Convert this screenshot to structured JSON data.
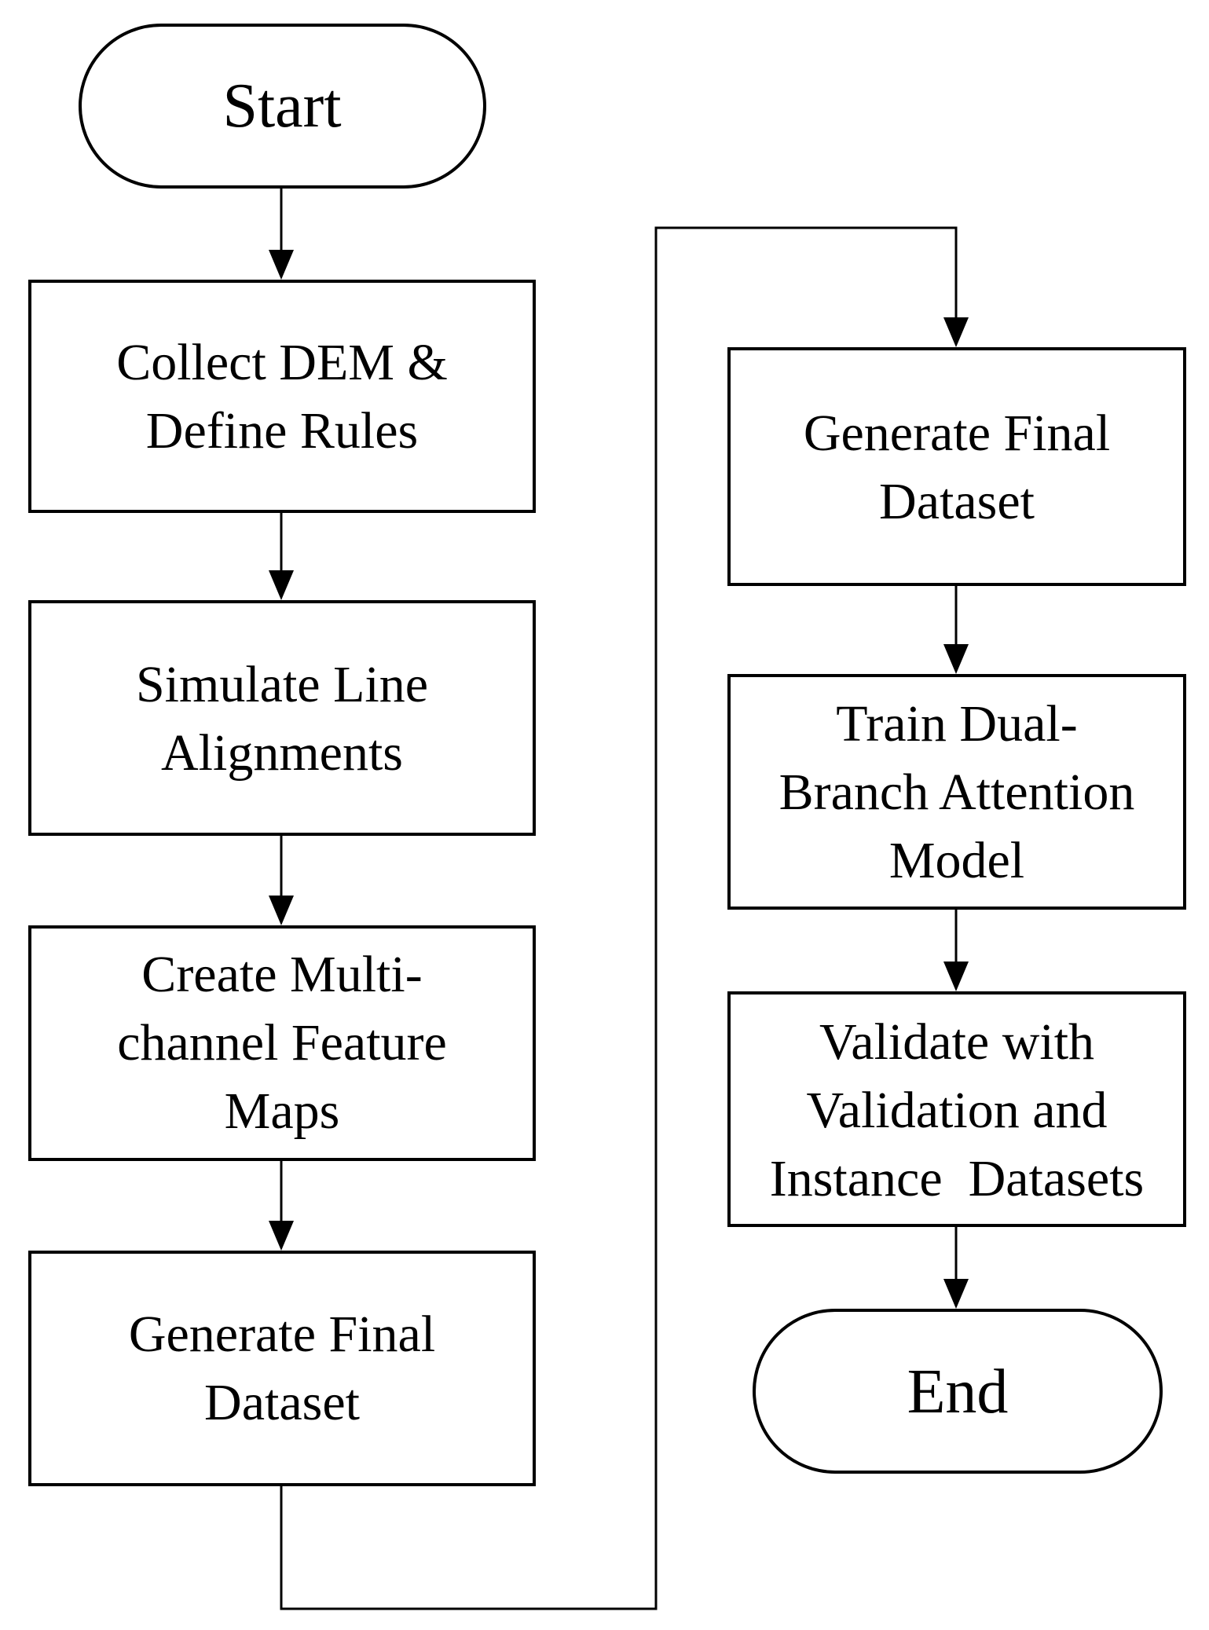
{
  "flowchart": {
    "start": {
      "label": "Start"
    },
    "steps": [
      {
        "lines": [
          "Collect DEM &",
          "Define Rules"
        ]
      },
      {
        "lines": [
          "Simulate Line",
          "Alignments"
        ]
      },
      {
        "lines": [
          "Create Multi-",
          "channel Feature",
          "Maps"
        ]
      },
      {
        "lines": [
          "Generate Final",
          "Dataset"
        ]
      },
      {
        "lines": [
          "Generate Final",
          "Dataset"
        ]
      },
      {
        "lines": [
          "Train Dual-",
          "Branch Attention",
          "Model"
        ]
      },
      {
        "lines": [
          "Validate with",
          "Validation and",
          "Instance  Datasets"
        ]
      }
    ],
    "end": {
      "label": "End"
    },
    "colors": {
      "stroke": "#000000",
      "fill": "#ffffff",
      "text": "#000000"
    }
  }
}
